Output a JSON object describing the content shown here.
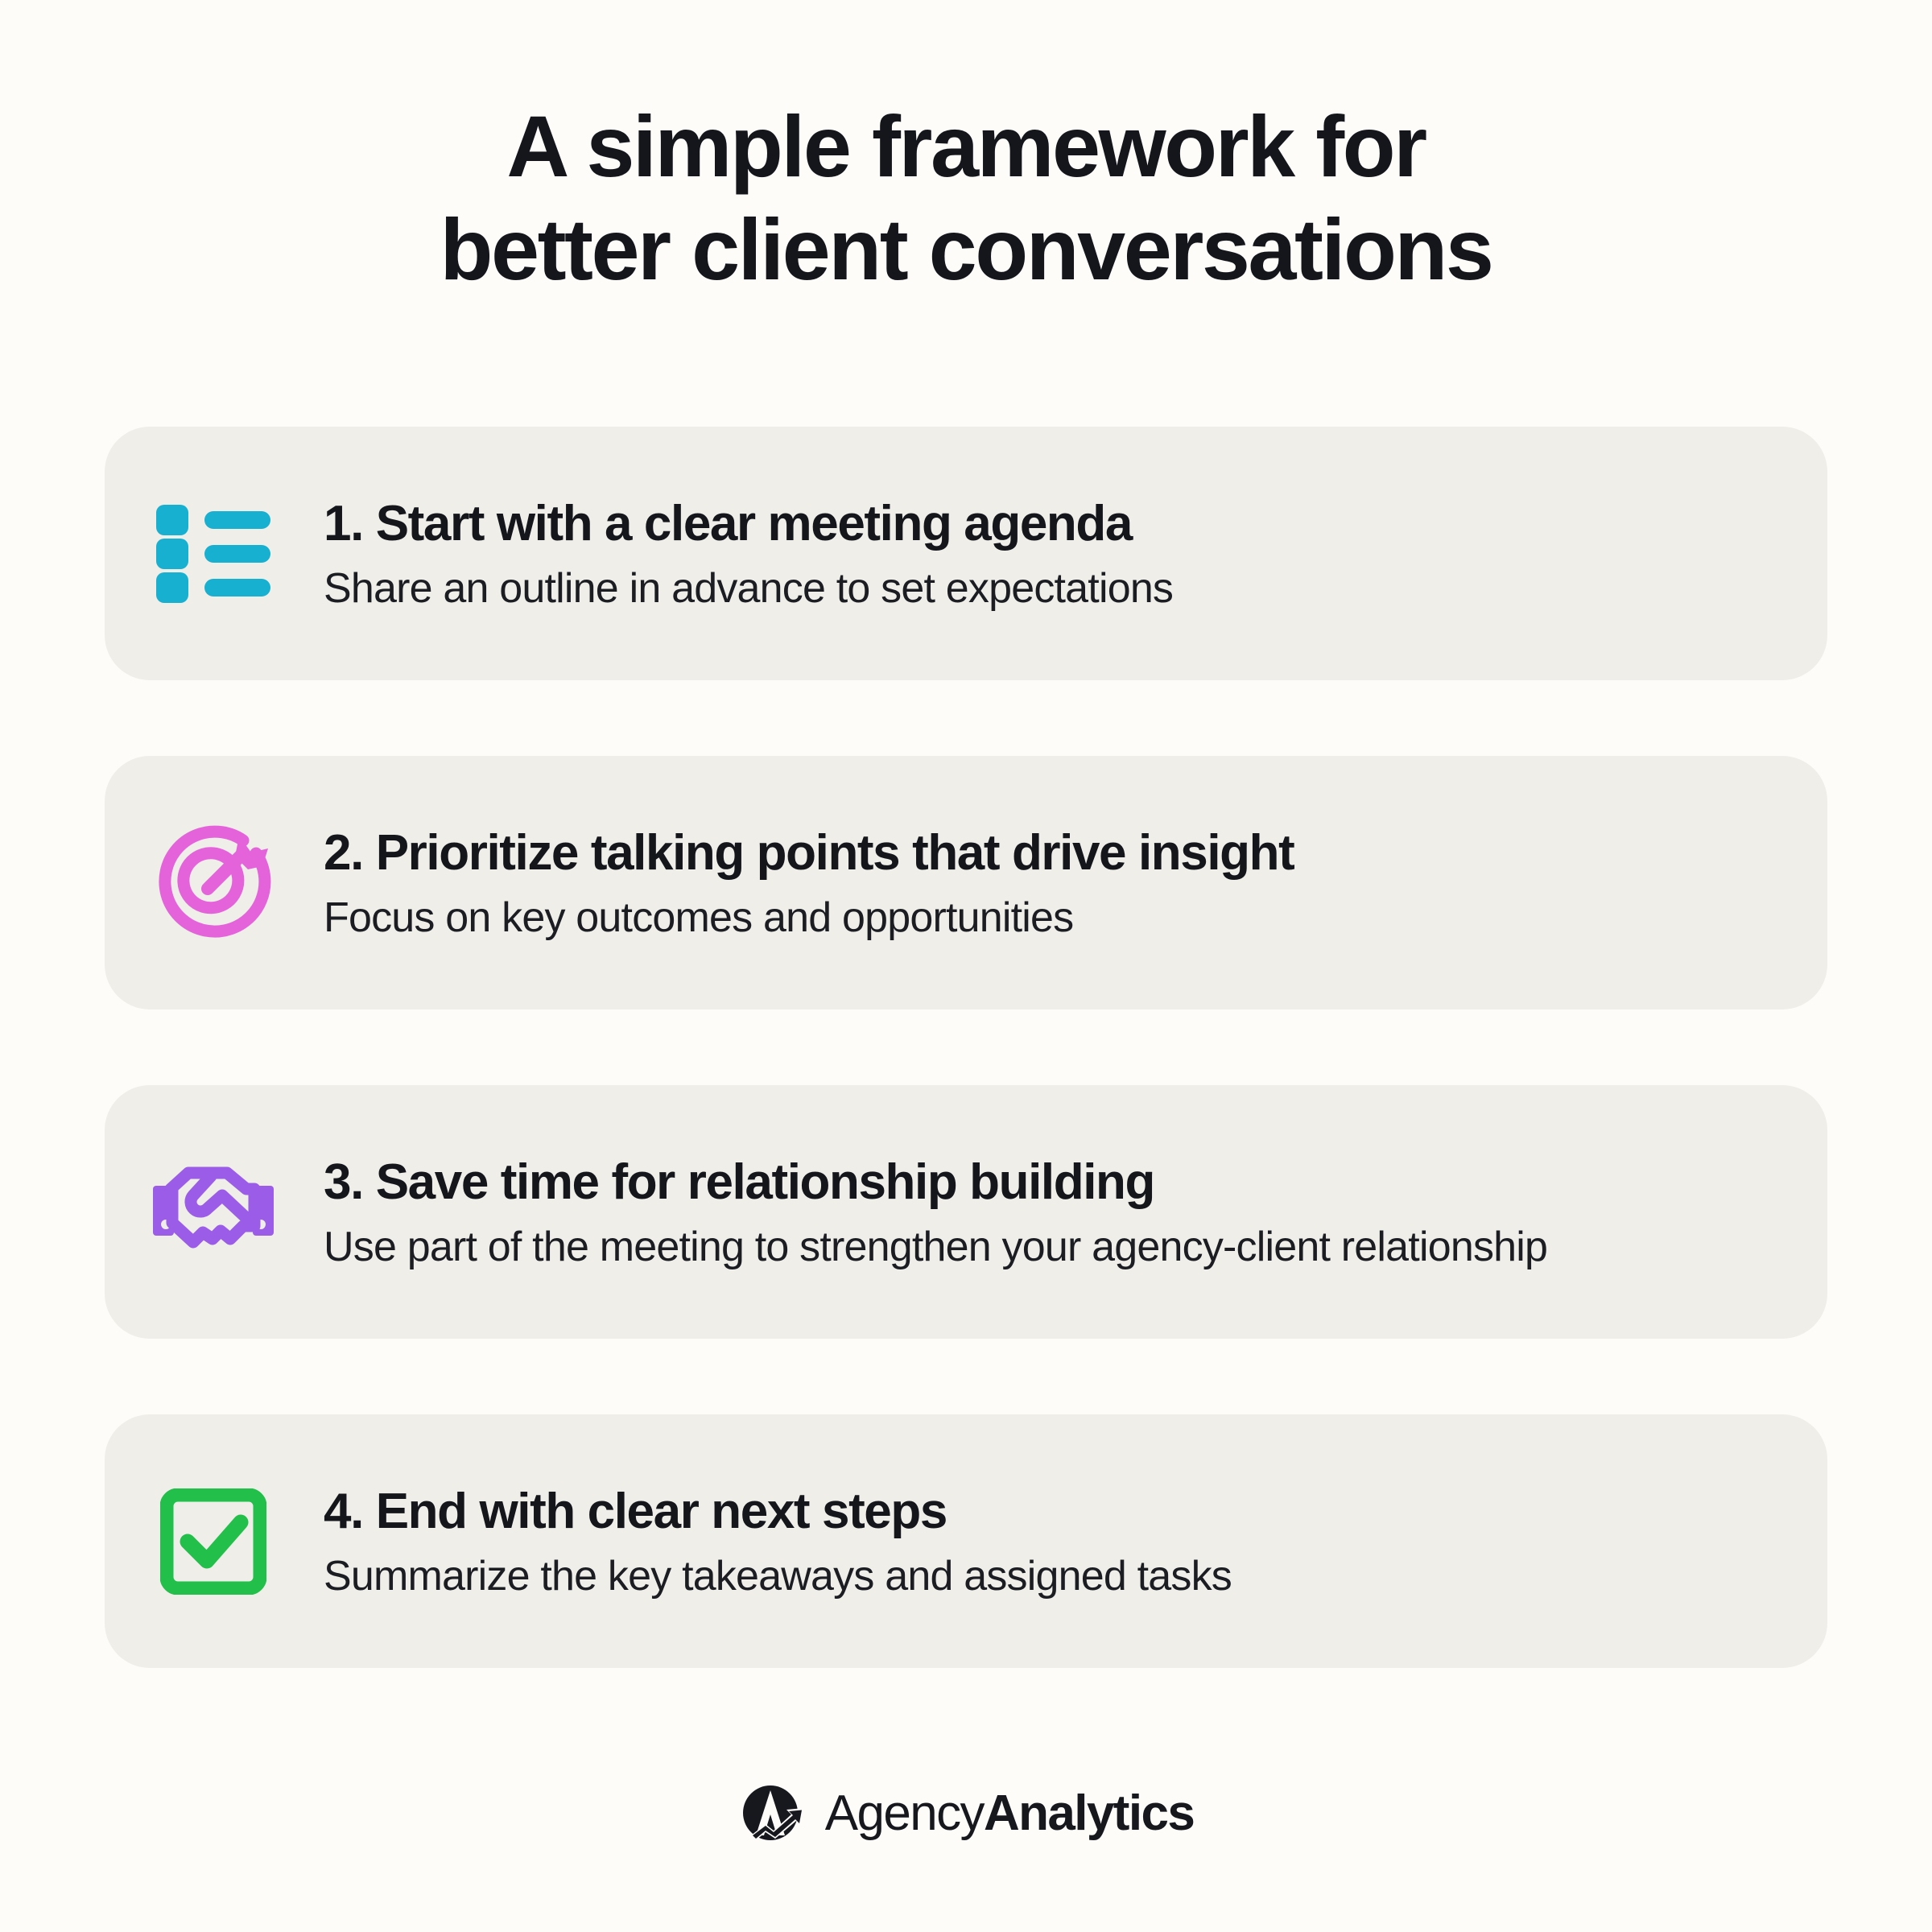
{
  "page": {
    "background_color": "#FDFCF8",
    "card_background_color": "#EFEEE9",
    "text_color": "#14161C"
  },
  "title": {
    "line1": "A simple framework for",
    "line2": "better client conversations"
  },
  "cards": [
    {
      "icon": "bullet-list-icon",
      "icon_color": "#17B0D0",
      "heading": "1. Start with a clear meeting agenda",
      "subtitle": "Share an outline in advance to set expectations"
    },
    {
      "icon": "target-dart-icon",
      "icon_color": "#E563DA",
      "heading": "2. Prioritize talking points that drive insight",
      "subtitle": "Focus on key outcomes and opportunities"
    },
    {
      "icon": "handshake-icon",
      "icon_color": "#9B5DE8",
      "heading": "3. Save time for relationship building",
      "subtitle": "Use part of the meeting to strengthen your agency-client relationship"
    },
    {
      "icon": "checkbox-check-icon",
      "icon_color": "#22C04A",
      "heading": "4. End with clear next steps",
      "subtitle": "Summarize the key takeaways and assigned tasks"
    }
  ],
  "footer": {
    "logo_mark": "agencyanalytics-logo-icon",
    "brand_part1": "Agency",
    "brand_part2": "Analytics",
    "brand_color": "#16181E"
  }
}
